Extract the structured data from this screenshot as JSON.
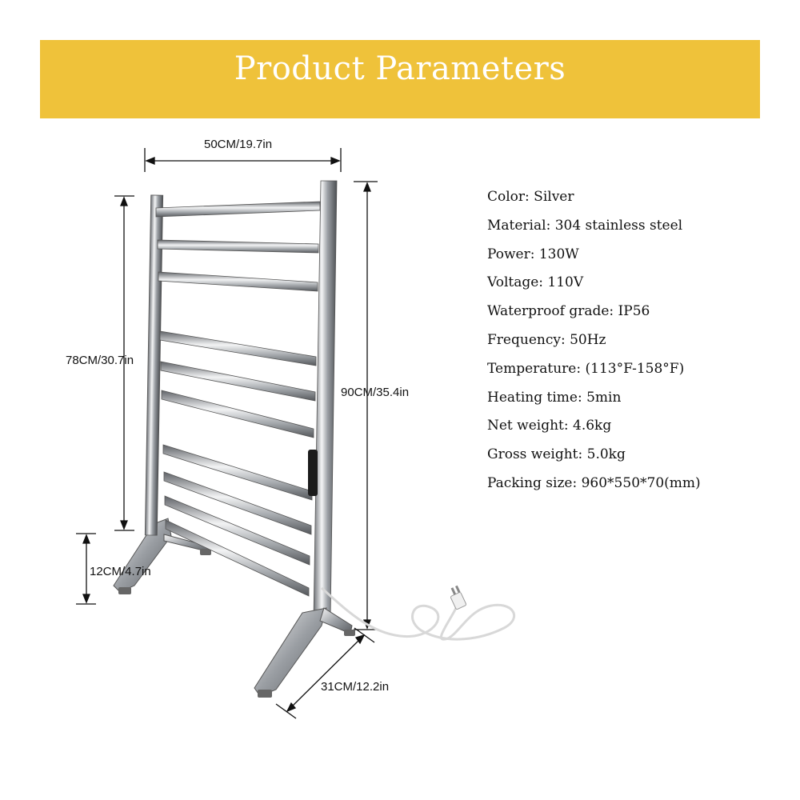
{
  "banner": {
    "title": "Product Parameters"
  },
  "dimensions": {
    "width": "50CM/19.7in",
    "height_frame": "78CM/30.7in",
    "height_total": "90CM/35.4in",
    "height_legs": "12CM/4.7in",
    "depth": "31CM/12.2in"
  },
  "specs": [
    "Color: Silver",
    "Material: 304 stainless steel",
    "Power: 130W",
    "Voltage: 110V",
    "Waterproof grade: IP56",
    "Frequency: 50Hz",
    "Temperature: (113°F-158°F)",
    "Heating time: 5min",
    "Net weight: 4.6kg",
    "Gross weight: 5.0kg",
    "Packing size: 960*550*70(mm)"
  ],
  "colors": {
    "banner": "#efc23a",
    "banner_text": "#ffffff",
    "steel": "#b9bcc0"
  }
}
